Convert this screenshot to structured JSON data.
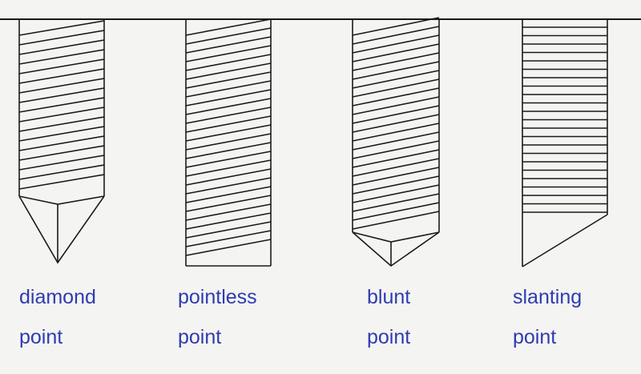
{
  "pile_types": [
    {
      "id": "diamond",
      "label_line1": "diamond",
      "label_line2": "point"
    },
    {
      "id": "pointless",
      "label_line1": "pointless",
      "label_line2": "point"
    },
    {
      "id": "blunt",
      "label_line1": "blunt",
      "label_line2": "point"
    },
    {
      "id": "slanting",
      "label_line1": "slanting",
      "label_line2": "point"
    }
  ],
  "colors": {
    "ink": "#1a1a1a",
    "label": "#2f3bb0",
    "paper": "#f4f4f2"
  }
}
